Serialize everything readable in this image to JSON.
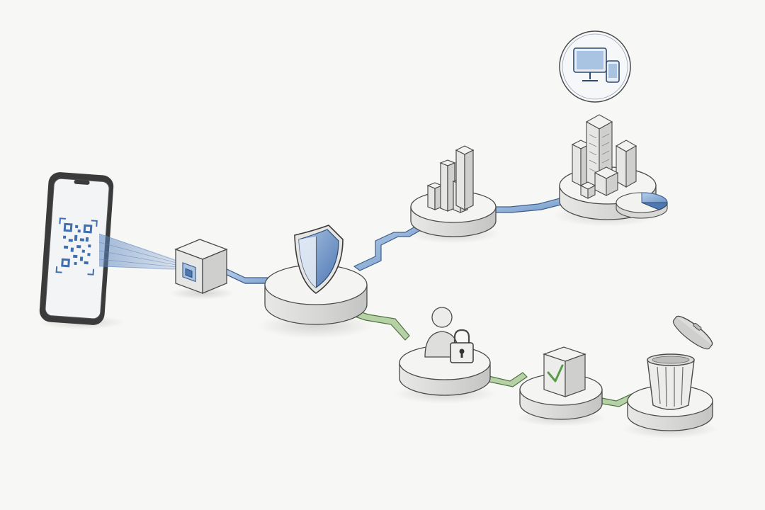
{
  "diagram": {
    "style": "pencil-sketch isometric flow",
    "colors": {
      "ink": "#4a4a4a",
      "paper": "#f7f7f5",
      "platform_top": "#f4f4f2",
      "platform_side": "#dcdcda",
      "blue_accent": "#5b85bf",
      "blue_light": "#9fbde0",
      "green_accent": "#6e9a5c",
      "green_light": "#b7d1a6"
    },
    "nodes": [
      {
        "id": "phone",
        "icon": "smartphone-qr-code-icon"
      },
      {
        "id": "scanner",
        "icon": "scanner-cube-icon"
      },
      {
        "id": "hub",
        "icon": "shield-icon"
      },
      {
        "id": "analytics",
        "icon": "bar-chart-icon"
      },
      {
        "id": "enterprise",
        "icon": "city-buildings-icon"
      },
      {
        "id": "pie",
        "icon": "pie-chart-icon"
      },
      {
        "id": "devices",
        "icon": "monitor-and-tablet-icon"
      },
      {
        "id": "user-lock",
        "icon": "user-lock-icon"
      },
      {
        "id": "verify",
        "icon": "checkmark-icon"
      },
      {
        "id": "delete",
        "icon": "trash-can-icon"
      }
    ],
    "edges": [
      {
        "from": "phone",
        "to": "scanner",
        "kind": "scan-beam",
        "color": "blue"
      },
      {
        "from": "scanner",
        "to": "hub",
        "color": "blue"
      },
      {
        "from": "hub",
        "to": "analytics",
        "color": "blue"
      },
      {
        "from": "analytics",
        "to": "enterprise",
        "color": "blue"
      },
      {
        "from": "hub",
        "to": "user-lock",
        "color": "green"
      },
      {
        "from": "user-lock",
        "to": "verify",
        "color": "green"
      },
      {
        "from": "verify",
        "to": "delete",
        "color": "green"
      }
    ]
  }
}
